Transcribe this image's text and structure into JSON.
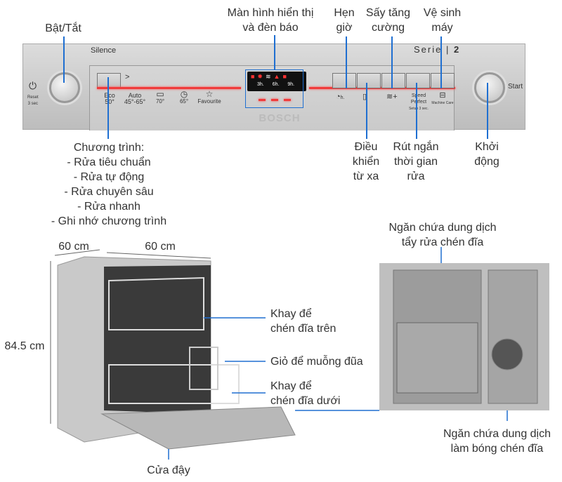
{
  "top_labels": {
    "power": "Bật/Tắt",
    "display": "Màn hình hiển thị\nvà đèn báo",
    "timer": "Hẹn\ngiờ",
    "extra_dry": "Sấy tăng\ncường",
    "machine_care": "Vệ sinh\nmáy"
  },
  "bottom_labels": {
    "programs_title": "Chương trình:",
    "programs": [
      "- Rửa tiêu chuẩn",
      "- Rửa tự động",
      "- Rửa chuyên sâu",
      "- Rửa nhanh",
      "- Ghi nhớ chương trình"
    ],
    "remote": "Điều\nkhiển\ntừ xa",
    "speed": "Rút ngắn\nthời gian\nrửa",
    "start": "Khởi\nđộng"
  },
  "panel": {
    "silence": "Silence",
    "serie": "Serie",
    "serie_num": "2",
    "reset": "Reset\n3 sec",
    "start": "Start",
    "brand": "BOSCH",
    "arrow": ">",
    "programs": [
      {
        "name": "Eco",
        "temp": "50°"
      },
      {
        "name": "Auto",
        "temp": "45°-65°"
      },
      {
        "name": "",
        "temp": "70°"
      },
      {
        "name": "",
        "temp": "65°"
      },
      {
        "name": "",
        "temp": "Favourite"
      }
    ],
    "display_times": [
      "3h.",
      "6h.",
      "9h."
    ],
    "options": [
      "h.",
      "",
      "",
      "Speed\nPerfect",
      "Setup 3 sec.",
      "Machine Care"
    ]
  },
  "dimensions": {
    "depth": "60 cm",
    "width": "60 cm",
    "height": "84.5 cm"
  },
  "parts": {
    "upper_rack": "Khay để\nchén đĩa trên",
    "cutlery": "Giỏ để muỗng đũa",
    "lower_rack": "Khay để\nchén đĩa dưới",
    "door": "Cửa đậy",
    "detergent": "Ngăn chứa dung dịch\ntẩy rửa chén đĩa",
    "rinse_aid": "Ngăn chứa dung dịch\nlàm bóng chén đĩa"
  },
  "colors": {
    "accent": "#1f6fd1",
    "led": "#f03b3b"
  }
}
